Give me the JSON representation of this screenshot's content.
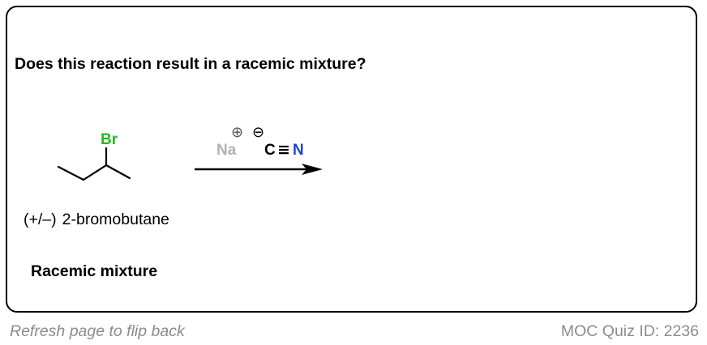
{
  "question": "Does this reaction result in a racemic mixture?",
  "reactant": {
    "substituent": "Br",
    "name_prefix": "(+/–)",
    "name": "2-bromobutane"
  },
  "reagent": {
    "cation": "Na",
    "cation_charge": "⊕",
    "anion_charge": "⊖",
    "anion_carbon": "C",
    "anion_triple_bond": "≡",
    "anion_nitrogen": "N"
  },
  "answer": "Racemic mixture",
  "footer": {
    "hint": "Refresh page to flip back",
    "quiz_id": "MOC Quiz ID: 2236"
  },
  "colors": {
    "bromine": "#22bb22",
    "nitrogen": "#1f3fe0",
    "sodium": "#b0b0b0",
    "footer": "#8c8c8c"
  }
}
